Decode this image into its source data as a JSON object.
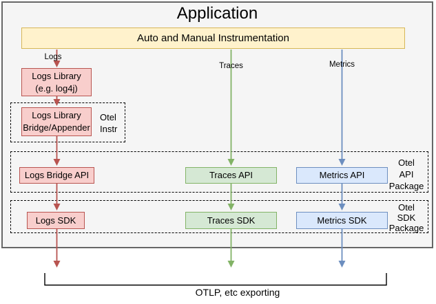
{
  "diagram": {
    "title": "Application",
    "instrumentation_box": "Auto and Manual Instrumentation",
    "flow_labels": {
      "logs": "Logs",
      "traces": "Traces",
      "metrics": "Metrics"
    },
    "nodes": {
      "logs_library_line1": "Logs Library",
      "logs_library_line2": "(e.g. log4j)",
      "logs_bridge_line1": "Logs Library",
      "logs_bridge_line2": "Bridge/Appender",
      "logs_bridge_api": "Logs Bridge API",
      "traces_api": "Traces API",
      "metrics_api": "Metrics API",
      "logs_sdk": "Logs SDK",
      "traces_sdk": "Traces SDK",
      "metrics_sdk": "Metrics SDK"
    },
    "group_labels": {
      "instr_line1": "Otel",
      "instr_line2": "Instr",
      "api_line1": "Otel",
      "api_line2": "API",
      "api_line3": "Package",
      "sdk_line1": "Otel",
      "sdk_line2": "SDK",
      "sdk_line3": "Package"
    },
    "export_label": "OTLP, etc exporting",
    "colors": {
      "container_fill": "#F5F5F5",
      "container_stroke": "#666666",
      "yellow_fill": "#FFF2CC",
      "yellow_stroke": "#D6B656",
      "red_fill": "#F8CECC",
      "red_stroke": "#B85450",
      "green_fill": "#D5E8D4",
      "green_stroke": "#82B366",
      "blue_fill": "#DAE8FC",
      "blue_stroke": "#6C8EBF"
    }
  }
}
